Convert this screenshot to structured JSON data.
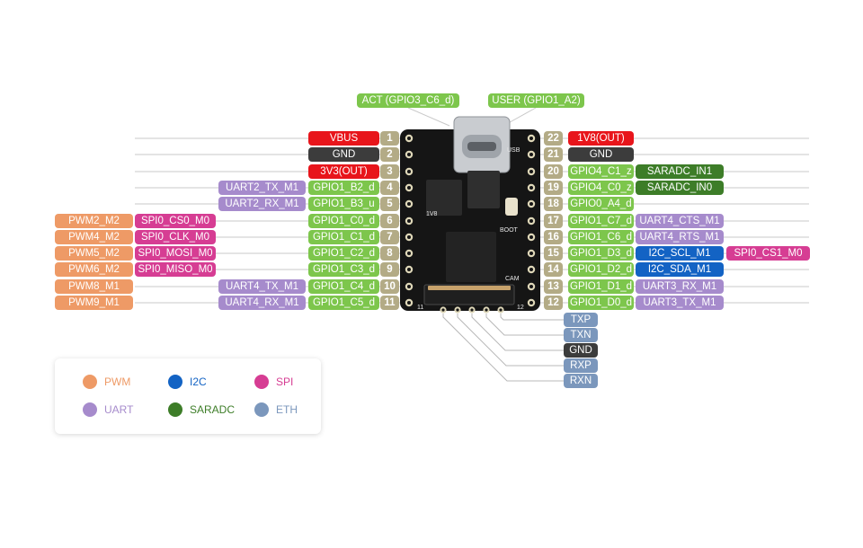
{
  "colors": {
    "pwm": "#ee9a66",
    "spi": "#d63d93",
    "uart": "#a68bcc",
    "gpio": "#7dc64c",
    "power": "#e8151b",
    "gnd": "#3c3c3c",
    "pin": "#b3ab86",
    "i2c": "#1363c4",
    "saradc": "#3d7d28",
    "eth": "#7b97bc"
  },
  "top_labels": [
    "ACT (GPIO3_C6_d)",
    "USER (GPIO1_A2)"
  ],
  "board_text": {
    "usb": "USB",
    "boot": "BOOT",
    "cam": "CAM",
    "v18": "1V8",
    "pin11": "11",
    "pin12": "12"
  },
  "left_pins": [
    {
      "num": "1",
      "labels": [
        {
          "text": "VBUS",
          "type": "power"
        }
      ]
    },
    {
      "num": "2",
      "labels": [
        {
          "text": "GND",
          "type": "gnd"
        }
      ]
    },
    {
      "num": "3",
      "labels": [
        {
          "text": "3V3(OUT)",
          "type": "power"
        }
      ]
    },
    {
      "num": "4",
      "labels": [
        {
          "text": "GPIO1_B2_d",
          "type": "gpio"
        },
        {
          "text": "UART2_TX_M1",
          "type": "uart"
        }
      ]
    },
    {
      "num": "5",
      "labels": [
        {
          "text": "GPIO1_B3_u",
          "type": "gpio"
        },
        {
          "text": "UART2_RX_M1",
          "type": "uart"
        }
      ]
    },
    {
      "num": "6",
      "labels": [
        {
          "text": "GPIO1_C0_d",
          "type": "gpio"
        },
        {
          "text": "SPI0_CS0_M0",
          "type": "spi"
        },
        {
          "text": "PWM2_M2",
          "type": "pwm"
        }
      ]
    },
    {
      "num": "7",
      "labels": [
        {
          "text": "GPIO1_C1_d",
          "type": "gpio"
        },
        {
          "text": "SPI0_CLK_M0",
          "type": "spi"
        },
        {
          "text": "PWM4_M2",
          "type": "pwm"
        }
      ]
    },
    {
      "num": "8",
      "labels": [
        {
          "text": "GPIO1_C2_d",
          "type": "gpio"
        },
        {
          "text": "SPI0_MOSI_M0",
          "type": "spi"
        },
        {
          "text": "PWM5_M2",
          "type": "pwm"
        }
      ]
    },
    {
      "num": "9",
      "labels": [
        {
          "text": "GPIO1_C3_d",
          "type": "gpio"
        },
        {
          "text": "SPI0_MISO_M0",
          "type": "spi"
        },
        {
          "text": "PWM6_M2",
          "type": "pwm"
        }
      ]
    },
    {
      "num": "10",
      "labels": [
        {
          "text": "GPIO1_C4_d",
          "type": "gpio"
        },
        {
          "text": "UART4_TX_M1",
          "type": "uart"
        },
        {
          "text": "PWM8_M1",
          "type": "pwm"
        }
      ]
    },
    {
      "num": "11",
      "labels": [
        {
          "text": "GPIO1_C5_d",
          "type": "gpio"
        },
        {
          "text": "UART4_RX_M1",
          "type": "uart"
        },
        {
          "text": "PWM9_M1",
          "type": "pwm"
        }
      ]
    }
  ],
  "right_pins": [
    {
      "num": "22",
      "labels": [
        {
          "text": "1V8(OUT)",
          "type": "power"
        }
      ]
    },
    {
      "num": "21",
      "labels": [
        {
          "text": "GND",
          "type": "gnd"
        }
      ]
    },
    {
      "num": "20",
      "labels": [
        {
          "text": "GPIO4_C1_z",
          "type": "gpio"
        },
        {
          "text": "SARADC_IN1",
          "type": "saradc"
        }
      ]
    },
    {
      "num": "19",
      "labels": [
        {
          "text": "GPIO4_C0_z",
          "type": "gpio"
        },
        {
          "text": "SARADC_IN0",
          "type": "saradc"
        }
      ]
    },
    {
      "num": "18",
      "labels": [
        {
          "text": "GPIO0_A4_d",
          "type": "gpio"
        }
      ]
    },
    {
      "num": "17",
      "labels": [
        {
          "text": "GPIO1_C7_d",
          "type": "gpio"
        },
        {
          "text": "UART4_CTS_M1",
          "type": "uart"
        }
      ]
    },
    {
      "num": "16",
      "labels": [
        {
          "text": "GPIO1_C6_d",
          "type": "gpio"
        },
        {
          "text": "UART4_RTS_M1",
          "type": "uart"
        }
      ]
    },
    {
      "num": "15",
      "labels": [
        {
          "text": "GPIO1_D3_d",
          "type": "gpio"
        },
        {
          "text": "I2C_SCL_M1",
          "type": "i2c"
        },
        {
          "text": "SPI0_CS1_M0",
          "type": "spi"
        }
      ]
    },
    {
      "num": "14",
      "labels": [
        {
          "text": "GPIO1_D2_d",
          "type": "gpio"
        },
        {
          "text": "I2C_SDA_M1",
          "type": "i2c"
        }
      ]
    },
    {
      "num": "13",
      "labels": [
        {
          "text": "GPIO1_D1_d",
          "type": "gpio"
        },
        {
          "text": "UART3_RX_M1",
          "type": "uart"
        }
      ]
    },
    {
      "num": "12",
      "labels": [
        {
          "text": "GPIO1_D0_d",
          "type": "gpio"
        },
        {
          "text": "UART3_TX_M1",
          "type": "uart"
        }
      ]
    }
  ],
  "bottom_pins": [
    {
      "text": "TXP",
      "type": "eth"
    },
    {
      "text": "TXN",
      "type": "eth"
    },
    {
      "text": "GND",
      "type": "gnd"
    },
    {
      "text": "RXP",
      "type": "eth"
    },
    {
      "text": "RXN",
      "type": "eth"
    }
  ],
  "legend": [
    {
      "text": "PWM",
      "type": "pwm"
    },
    {
      "text": "I2C",
      "type": "i2c"
    },
    {
      "text": "SPI",
      "type": "spi"
    },
    {
      "text": "UART",
      "type": "uart"
    },
    {
      "text": "SARADC",
      "type": "saradc"
    },
    {
      "text": "ETH",
      "type": "eth"
    }
  ]
}
